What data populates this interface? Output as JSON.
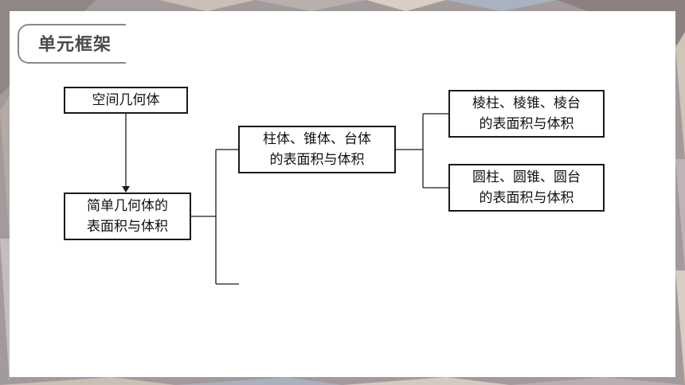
{
  "header": {
    "title": "单元框架"
  },
  "diagram": {
    "nodes": {
      "root": {
        "label": "空间几何体"
      },
      "surface": {
        "lines": [
          "简单几何体的",
          "表面积与体积"
        ]
      },
      "solids": {
        "lines": [
          "柱体、锥体、台体",
          "的表面积与体积"
        ]
      },
      "prism": {
        "lines": [
          "棱柱、棱锥、棱台",
          "的表面积与体积"
        ]
      },
      "cylinder": {
        "lines": [
          "圆柱、圆锥、圆台",
          "的表面积与体积"
        ]
      }
    }
  },
  "colors": {
    "line": "#1a1a1a",
    "badge_border": "#8a8a8a",
    "title": "#4a4a4a"
  }
}
